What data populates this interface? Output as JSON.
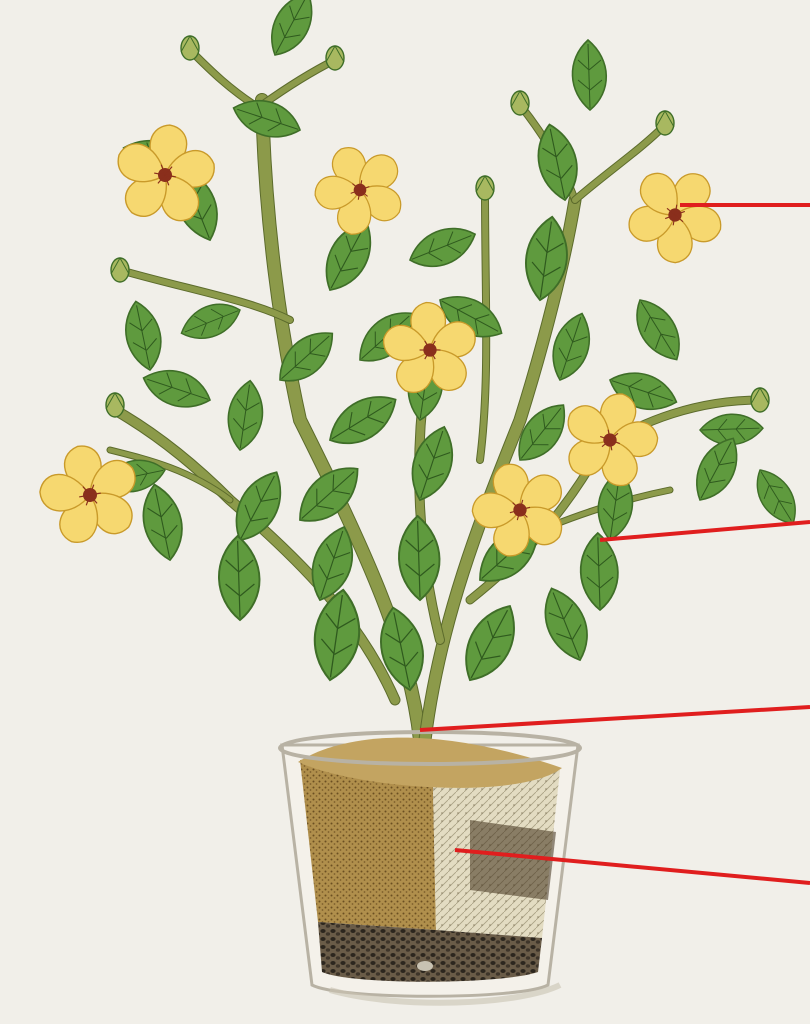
{
  "diagram": {
    "subject": "potted-flowering-plant-cross-section",
    "colors": {
      "background": "#f1efe9",
      "leaf": "#5f9a3e",
      "leaf_dark": "#3f6e28",
      "leaf_vein": "#2f5a1e",
      "stem": "#8c9a4a",
      "stem_dark": "#5c6b2c",
      "petal": "#f6d870",
      "petal_edge": "#c99a2a",
      "flower_center": "#8a2f1c",
      "bud": "#a8b860",
      "soil": "#9a7a3c",
      "soil_dark": "#6b4f22",
      "roots": "#d9d2b6",
      "gravel": "#3a3228",
      "pot": "#f4f1ea",
      "pot_edge": "#b8b2a4",
      "pointer": "#e01e1e"
    },
    "pointer_lines": [
      {
        "name": "pointer-line-flower",
        "target": "flower"
      },
      {
        "name": "pointer-line-leaf",
        "target": "leaf"
      },
      {
        "name": "pointer-line-stem",
        "target": "stem"
      },
      {
        "name": "pointer-line-roots",
        "target": "roots"
      }
    ]
  }
}
